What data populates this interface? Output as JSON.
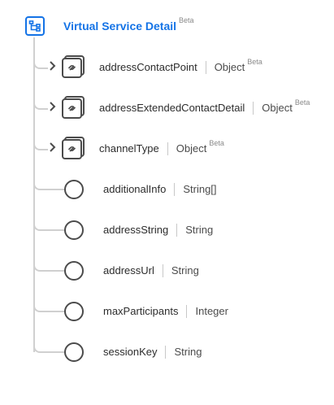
{
  "root": {
    "title": "Virtual Service Detail",
    "badge": "Beta",
    "icon": "schema-tree-icon"
  },
  "fields": [
    {
      "name": "addressContactPoint",
      "type": "Object",
      "badge": "Beta",
      "kind": "reference"
    },
    {
      "name": "addressExtendedContactDetail",
      "type": "Object",
      "badge": "Beta",
      "kind": "reference"
    },
    {
      "name": "channelType",
      "type": "Object",
      "badge": "Beta",
      "kind": "reference"
    },
    {
      "name": "additionalInfo",
      "type": "String[]",
      "badge": "",
      "kind": "leaf"
    },
    {
      "name": "addressString",
      "type": "String",
      "badge": "",
      "kind": "leaf"
    },
    {
      "name": "addressUrl",
      "type": "String",
      "badge": "",
      "kind": "leaf"
    },
    {
      "name": "maxParticipants",
      "type": "Integer",
      "badge": "",
      "kind": "leaf"
    },
    {
      "name": "sessionKey",
      "type": "String",
      "badge": "",
      "kind": "leaf"
    }
  ],
  "colors": {
    "accent": "#1473e6",
    "tree_line": "#d0d0d0",
    "icon_stroke": "#4b4b4b"
  }
}
